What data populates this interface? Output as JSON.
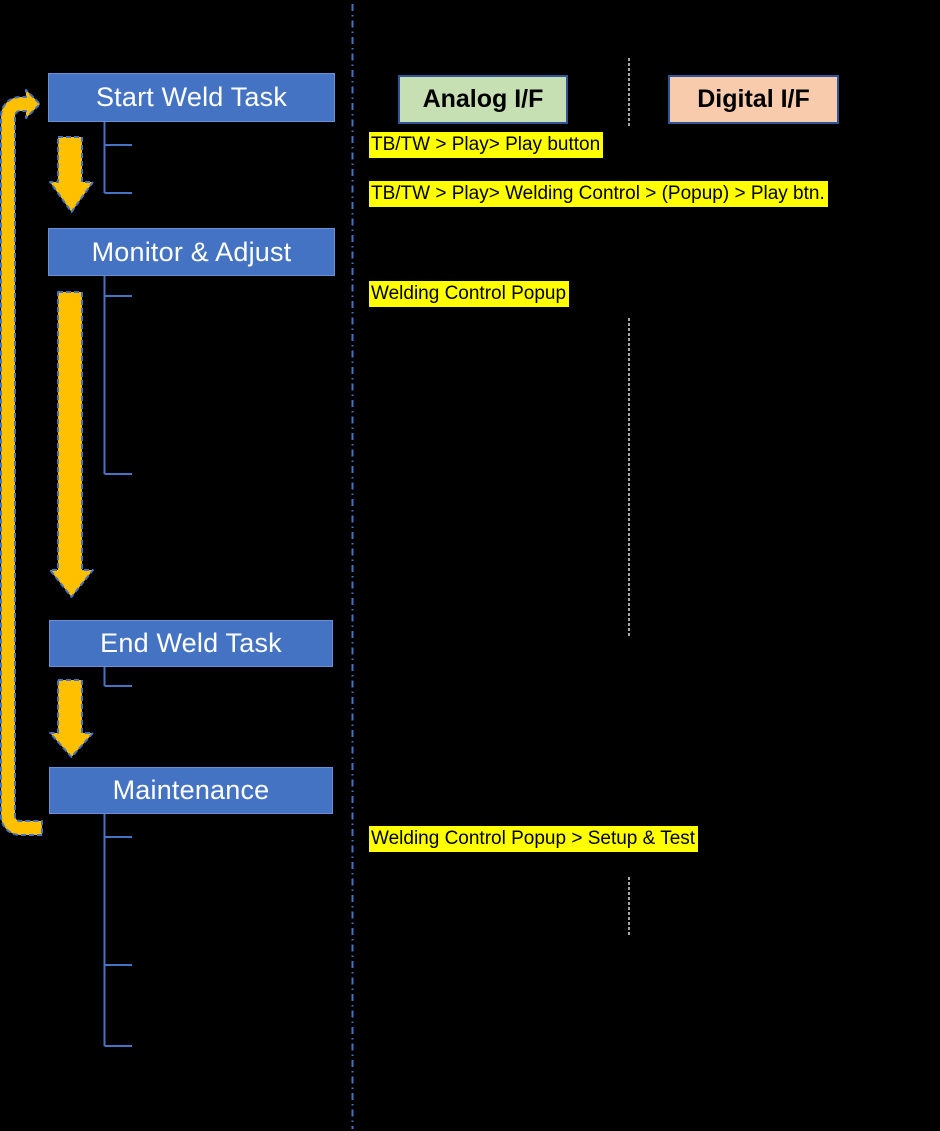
{
  "diagram": {
    "title_not_shown": "",
    "background_color": "#000000",
    "tasks": [
      {
        "label": "Start Weld Task"
      },
      {
        "label": "Monitor & Adjust"
      },
      {
        "label": "End Weld Task"
      },
      {
        "label": "Maintenance"
      }
    ],
    "interface_headers": [
      {
        "label": "Analog I/F",
        "fill": "#C6E0B4",
        "border": "#2F5597"
      },
      {
        "label": "Digital I/F",
        "fill": "#F8CBAD",
        "border": "#2F5597"
      }
    ],
    "notes": [
      {
        "lane": "analog",
        "text": "TB/TW > Play> Play button"
      },
      {
        "lane": "analog",
        "text": "TB/TW > Play> Welding Control > (Popup) > Play btn."
      },
      {
        "lane": "analog",
        "text": "Welding Control Popup"
      },
      {
        "lane": "analog",
        "text": "Welding Control Popup > Setup & Test"
      }
    ],
    "colors": {
      "task_box_fill": "#4573C4",
      "task_box_text": "#FFFFFF",
      "arrow_fill": "#FFC000",
      "arrow_dash_border": "#4472C4",
      "bracket_line": "#4472C4",
      "lane_divider": "#4472C4",
      "column_divider_dashed": "#A6A6A6",
      "note_highlight": "#FFFF00",
      "note_text": "#000000"
    }
  }
}
